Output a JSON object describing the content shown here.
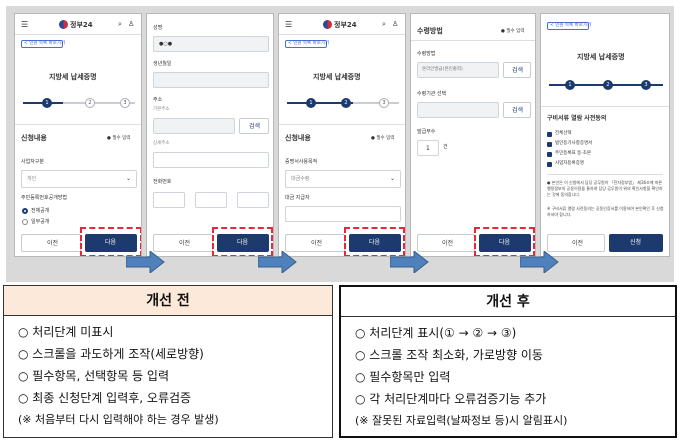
{
  "header": {
    "logo_text": "정부24"
  },
  "common": {
    "back_link": "< 민원 목록 바로가기",
    "prev_button": "이전",
    "next_button": "다음",
    "apply_button": "신청",
    "required_note": "● 필수 입력"
  },
  "screen1": {
    "title": "지방세 납세증명",
    "section": "신청내용",
    "field1_label": "사업자구분",
    "field1_value": "개인",
    "field2_label": "주민등록번호공개방법",
    "radio1": "전체공개",
    "radio2": "일부공개"
  },
  "screen2": {
    "label_name": "성명",
    "label_birth": "생년월일",
    "label_address": "주소",
    "address_placeholder": "기본주소",
    "search_button": "검색",
    "detail_placeholder": "상세주소",
    "label_phone": "전화번호"
  },
  "screen3": {
    "title": "지방세 납세증명",
    "section": "신청내용",
    "field1_label": "증명서사용목적",
    "field1_value": "대금수령",
    "field2_label": "대금 지급자"
  },
  "screen4": {
    "section": "수령방법",
    "label_receive": "수령방법",
    "receive_value": "온라인발급(본인출력)",
    "search_button": "검색",
    "label_agency": "수령기관 선택",
    "label_copies": "발급부수",
    "copies_value": "1",
    "copies_unit": "건"
  },
  "screen5": {
    "title": "지방세 납세증명",
    "section": "구비서류 열람 사전동의",
    "agree_all": "전체선택",
    "agree_items": [
      "법인등기사항증명서",
      "주민등록표 등·초본",
      "사업자등록증명"
    ],
    "notice1": "● 본인은 이 신청에서 담당 공무원이 「전자정부법」 제36조에 따른 행정정보의 공동이용을 통하여 담당 공무원이 위의 확인사항을 확인하는 것에 동의합니다.",
    "notice2": "※ 구비서류 열람 사전동의는 공동인증서를 이용하여 본인확인 후 신청하셔야 합니다."
  },
  "before": {
    "title": "개선 전",
    "lines": [
      "○ 처리단계 미표시",
      "○ 스크롤을 과도하게 조작(세로방향)",
      "○ 필수항목, 선택항목 등 입력",
      "○ 최종 신청단계 입력후, 오류검증",
      " (※ 처음부터 다시 입력해야 하는 경우 발생)"
    ]
  },
  "after": {
    "title": "개선 후",
    "lines": [
      "○ 처리단계 표시(① → ② → ③)",
      "○ 스크롤 조작 최소화, 가로방향 이동",
      "○ 필수항목만 입력",
      "○ 각 처리단계마다 오류검증기능 추가",
      " (※ 잘못된 자료입력(날짜정보 등)시 알림표시)"
    ]
  },
  "colors": {
    "accent_navy": "#1d3a6e",
    "highlight_red": "#e8283a",
    "arrow_blue": "#4f81bd",
    "header_bg": "#fde9d9"
  }
}
